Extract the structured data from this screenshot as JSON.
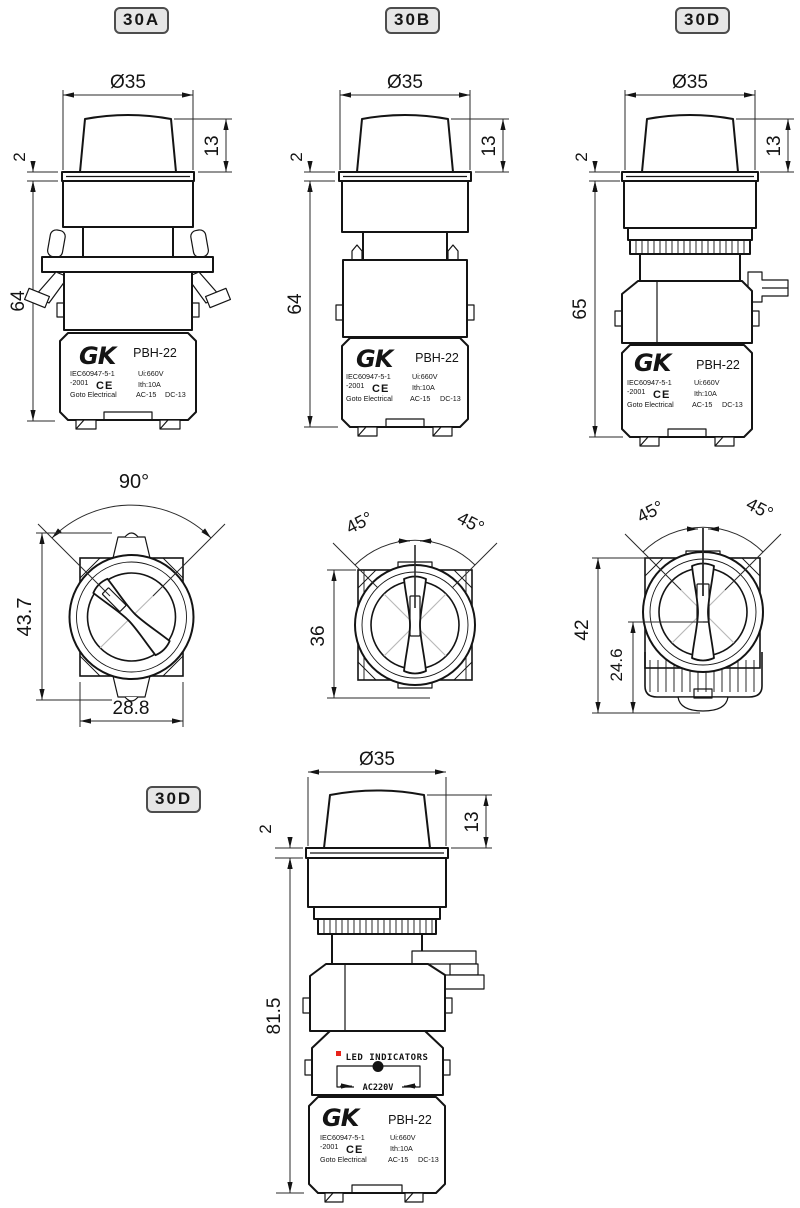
{
  "colors": {
    "line": "#141414",
    "dimension": "#2a2a2a",
    "light_line": "#b8b8b8",
    "tag_background": "#e6e6e6",
    "tag_border": "#4d4d4d",
    "led_dot_red": "#e8231a"
  },
  "tags": {
    "top_left": "30A",
    "top_middle": "30B",
    "top_right": "30D",
    "bottom": "30D"
  },
  "side_view_a": {
    "diameter": "Ø35",
    "knob_height": "13",
    "bezel_thickness": "2",
    "total_height": "64"
  },
  "side_view_b": {
    "diameter": "Ø35",
    "knob_height": "13",
    "bezel_thickness": "2",
    "total_height": "64"
  },
  "side_view_d": {
    "diameter": "Ø35",
    "knob_height": "13",
    "bezel_thickness": "2",
    "total_height": "65"
  },
  "front_view_left": {
    "rotation_angle": "90°",
    "height": "43.7",
    "width": "28.8"
  },
  "front_view_middle": {
    "angle_left": "45°",
    "angle_right": "45°",
    "height": "36"
  },
  "front_view_right": {
    "angle_left": "45°",
    "angle_right": "45°",
    "height": "42",
    "center_to_bottom": "24.6"
  },
  "bottom_view": {
    "diameter": "Ø35",
    "bezel_thickness": "2",
    "knob_height": "13",
    "total_height": "81.5",
    "led_label": "LED INDICATORS",
    "led_voltage": "AC220V"
  },
  "nameplate": {
    "brand": "GK",
    "model": "PBH-22",
    "standard_line1": "IEC60947-5-1",
    "standard_line2": "-2001",
    "ce_mark": "CE",
    "company": "Goto Electrical",
    "rated_insulation_voltage": "Ui:660V",
    "rated_thermal_current": "Ith:10A",
    "utilization_category_ac": "AC-15",
    "utilization_category_dc": "DC-13"
  }
}
